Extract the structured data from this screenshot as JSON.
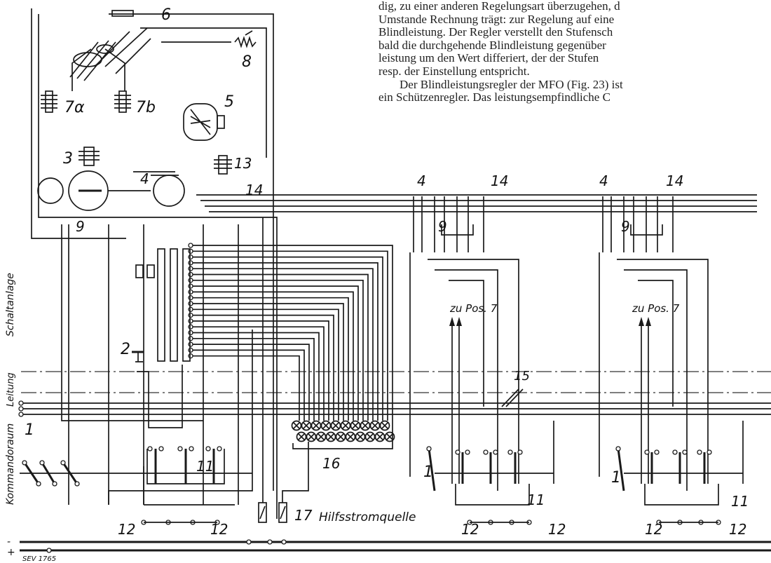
{
  "paragraph_lines": [
    "dig, zu einer anderen Regelungsart überzugehen, d",
    "Umstande Rechnung trägt: zur Regelung auf eine",
    "Blindleistung. Der Regler verstellt den Stufensch",
    "bald die durchgehende Blindleistung gegenüber",
    "leistung um den Wert differiert, der der Stufen",
    "resp. der Einstellung entspricht.",
    "Der Blindleistungsregler der MFO (Fig. 23) ist",
    "ein Schützenregler. Das leistungsempfindliche C"
  ],
  "labels": {
    "n1": "1",
    "n2": "2",
    "n3": "3",
    "n4": "4",
    "n5": "5",
    "n6": "6",
    "n7a": "7α",
    "n7b": "7b",
    "n8": "8",
    "n9": "9",
    "n11": "11",
    "n12": "12",
    "n13": "13",
    "n14": "14",
    "n15": "15",
    "n16": "16",
    "n17": "17",
    "zu_pos_7": "zu Pos. 7",
    "hilfsstromquelle": "Hilfsstromquelle",
    "kommandoraum": "Kommandoraum",
    "leitung": "Leitung",
    "schaltanlage": "Schaltanlage",
    "sev": "SEV 1765",
    "plus": "+",
    "minus": "-"
  }
}
